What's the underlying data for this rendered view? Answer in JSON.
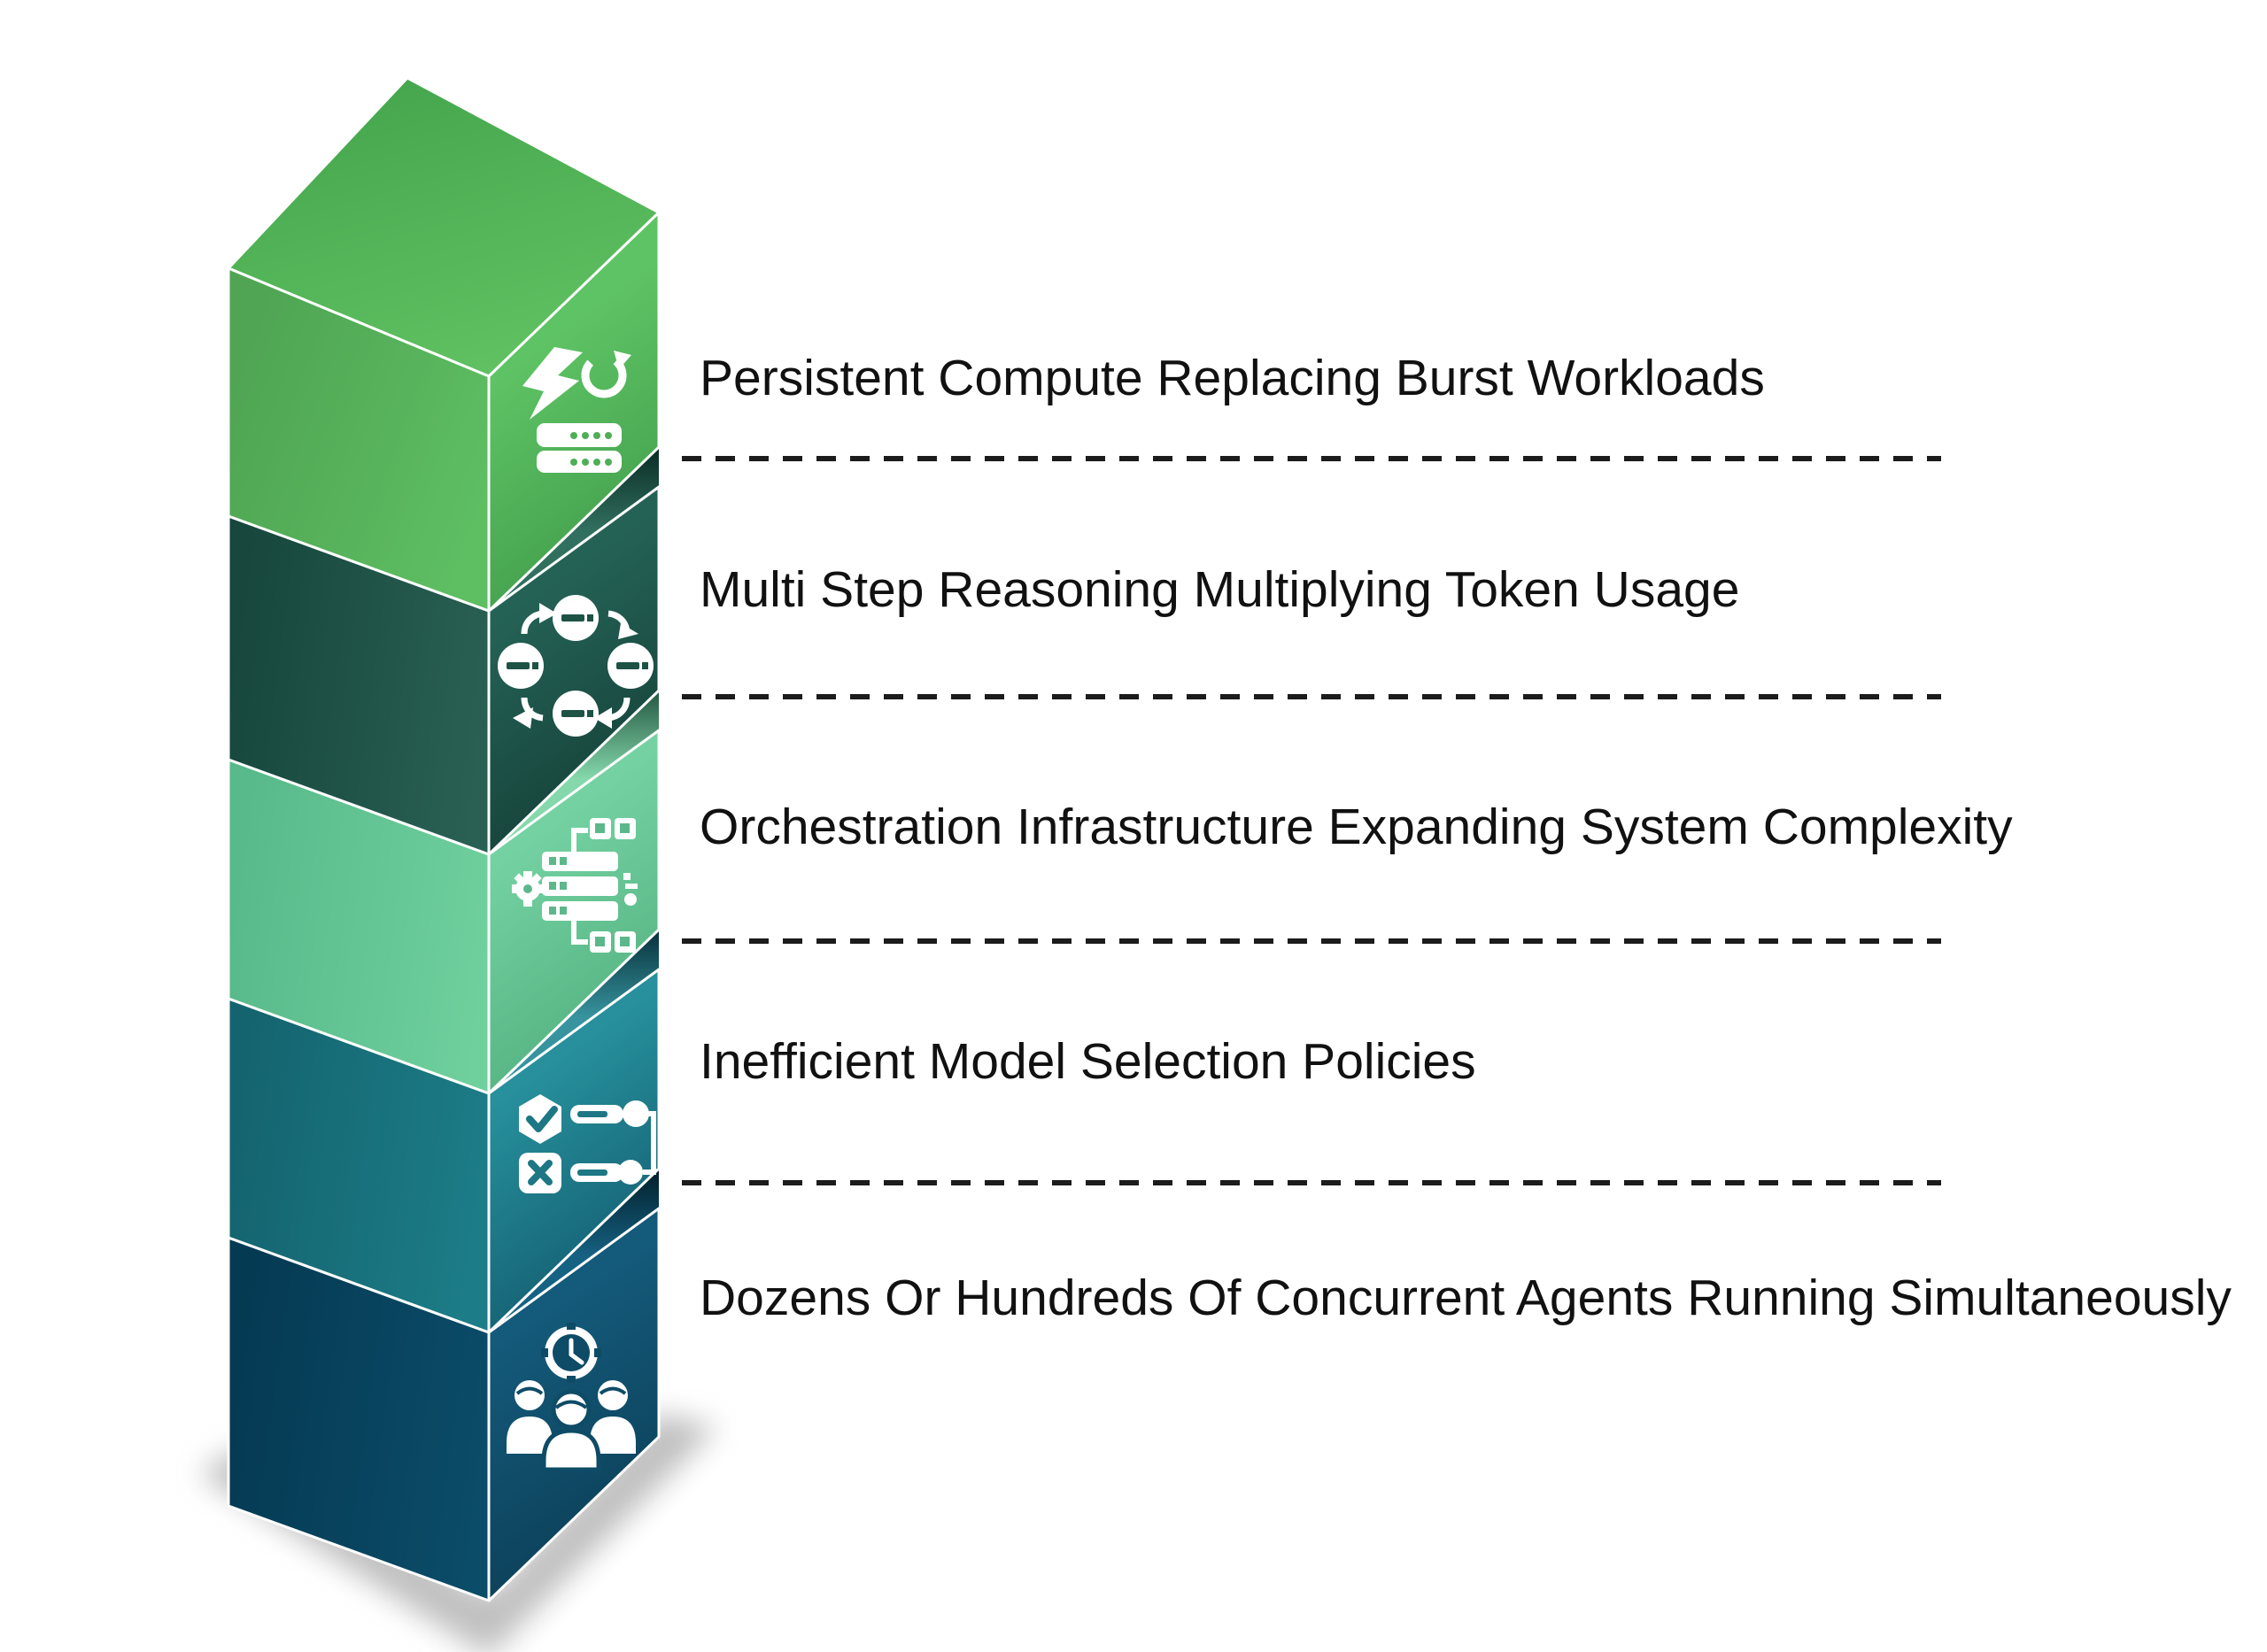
{
  "background": "#ffffff",
  "text_color": "#111111",
  "divider_color": "#1c1c1c",
  "rows": [
    {
      "label": "Persistent Compute Replacing Burst Workloads",
      "icon": "lightning-refresh-server-icon"
    },
    {
      "label": "Multi Step Reasoning Multiplying Token Usage",
      "icon": "token-cycle-icon"
    },
    {
      "label": "Orchestration Infrastructure Expanding System Complexity",
      "icon": "orchestration-nodes-icon"
    },
    {
      "label": "Inefficient Model Selection Policies",
      "icon": "model-selection-icon"
    },
    {
      "label": "Dozens Or Hundreds Of Concurrent Agents Running Simultaneously",
      "icon": "team-clock-icon"
    }
  ],
  "blocks": [
    {
      "name": "block-1-green",
      "top1": "#46a74e",
      "top2": "#60c162",
      "left1": "#4fa553",
      "left2": "#5ebe62",
      "right1": "#5ec364",
      "right2": "#3c9547",
      "accent": "#4fae56"
    },
    {
      "name": "block-2-dark-green",
      "band1": "#0a2a24",
      "band2": "#31705f",
      "left1": "#17473d",
      "left2": "#2a6054",
      "right1": "#256256",
      "right2": "#113931",
      "accent": "#1d5245"
    },
    {
      "name": "block-3-mint",
      "band1": "#235741",
      "band2": "#85d8ab",
      "left1": "#58b98a",
      "left2": "#6fd09e",
      "right1": "#74d2a2",
      "right2": "#4ba877",
      "accent": "#5cb88b"
    },
    {
      "name": "block-4-teal",
      "band1": "#07313a",
      "band2": "#37949f",
      "left1": "#14646f",
      "left2": "#1c7d88",
      "right1": "#27909c",
      "right2": "#0e5065",
      "accent": "#1d7784"
    },
    {
      "name": "block-5-navy",
      "band1": "#021e2a",
      "band2": "#166283",
      "left1": "#053a53",
      "left2": "#0b4c69",
      "right1": "#145a7a",
      "right2": "#0a3950",
      "accent": "#0e4b66"
    }
  ]
}
